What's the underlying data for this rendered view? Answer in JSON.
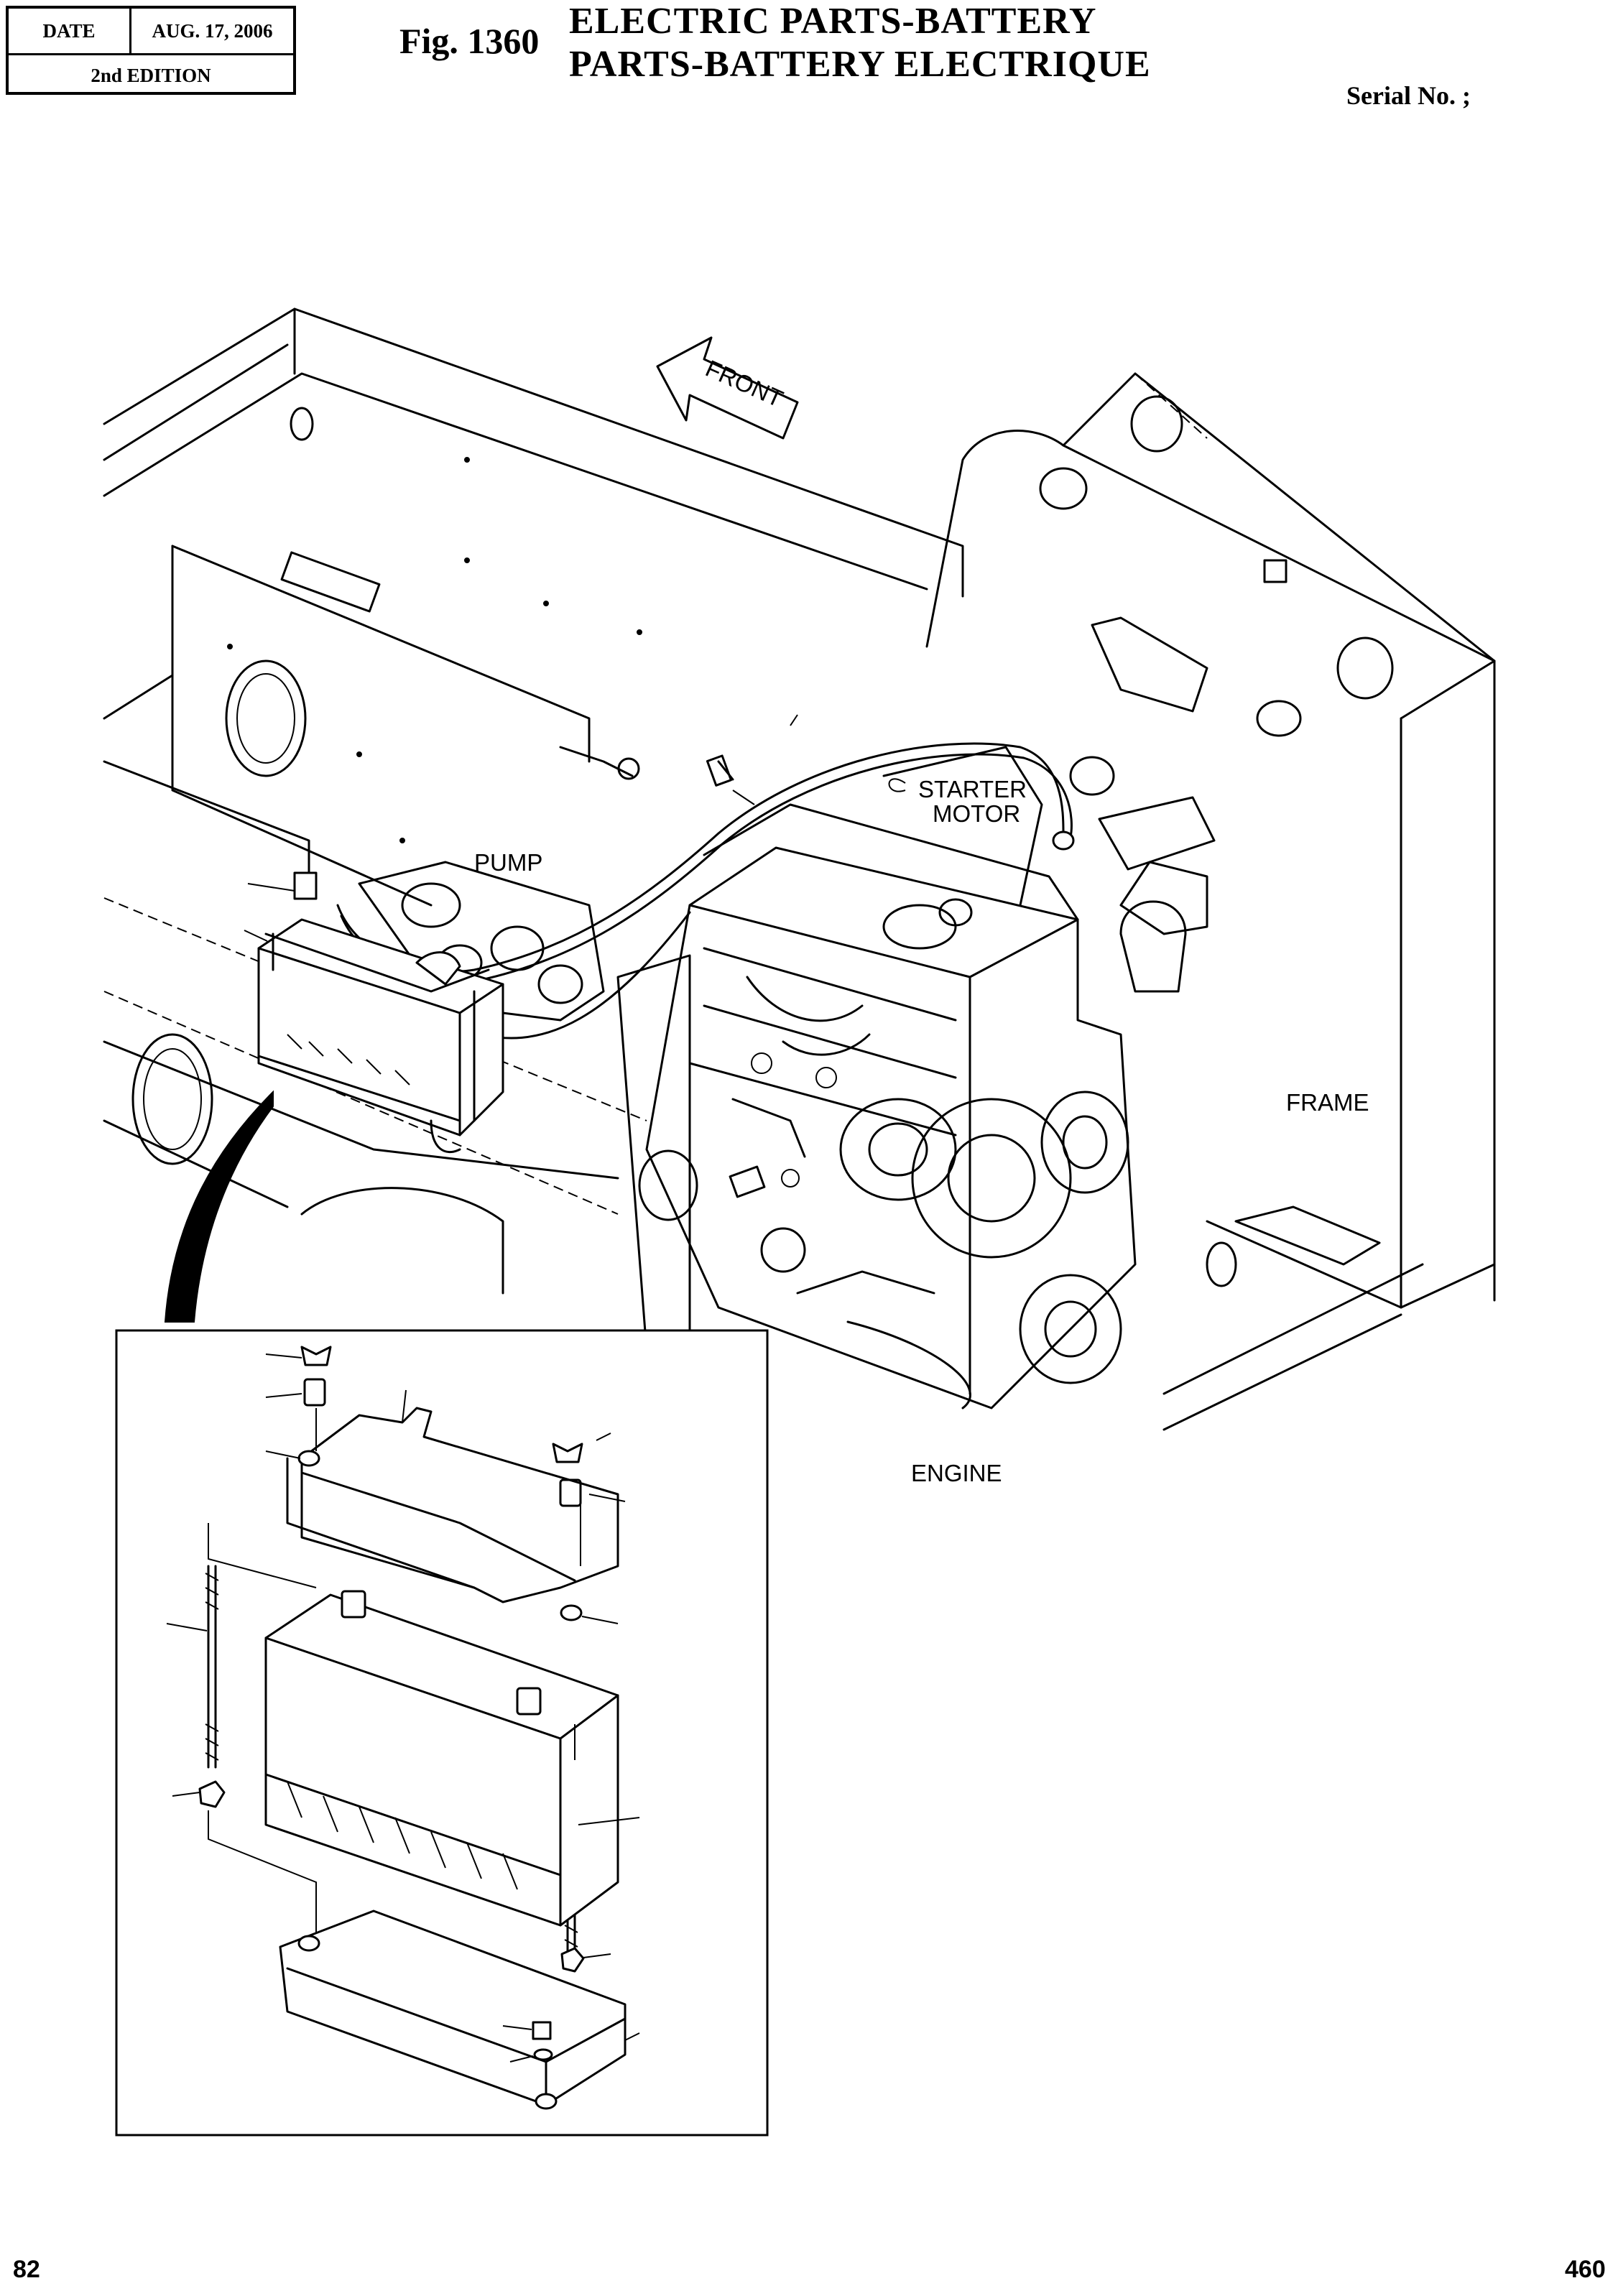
{
  "header": {
    "date_label": "DATE",
    "date_value": "AUG. 17, 2006",
    "edition": "2nd EDITION",
    "fig_number": "Fig. 1360",
    "title_line1": "ELECTRIC  PARTS-BATTERY",
    "title_line2": "PARTS-BATTERY  ELECTRIQUE",
    "serial": "Serial No. ;"
  },
  "diagram": {
    "direction_label": "FRONT",
    "labels": {
      "starter_line1": "STARTER",
      "starter_line2": "MOTOR",
      "pump": "PUMP",
      "frame": "FRAME",
      "engine": "ENGINE"
    }
  },
  "footer": {
    "page_left": "82",
    "page_right": "460"
  }
}
